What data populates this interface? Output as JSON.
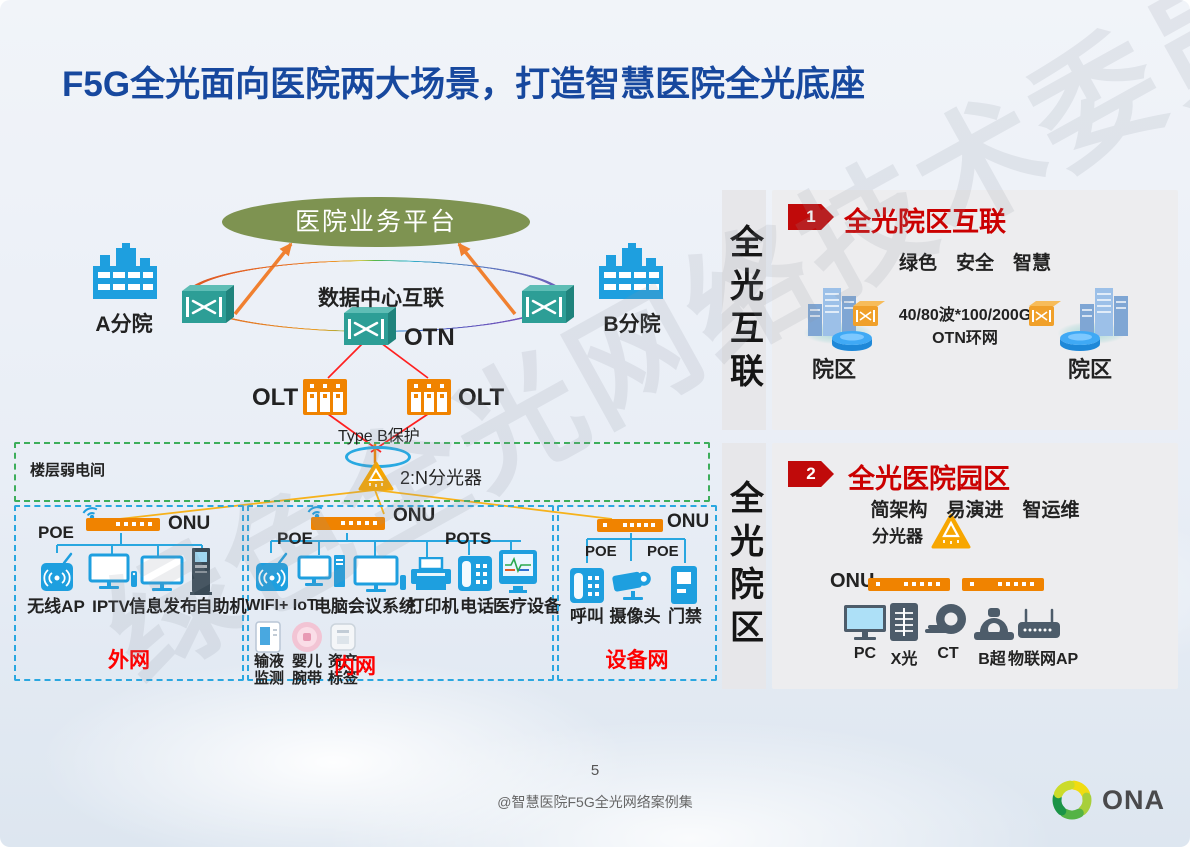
{
  "slide": {
    "title": "F5G全光面向医院两大场景，打造智慧医院全光底座",
    "watermark": "绿色全光网络技术委员会",
    "page_number": "5",
    "footer_caption": "@智慧医院F5G全光网络案例集",
    "logo_text": "ONA"
  },
  "colors": {
    "title_blue": "#17489E",
    "device_blue": "#1E9FDF",
    "orange": "#F08300",
    "teal_node": "#2D9E96",
    "platform_olive": "#7E9351",
    "accent_red": "#C00A0A",
    "net_label_red": "#FE0000",
    "line_red": "#FF2020",
    "line_yellow": "#F6B21B",
    "green_dash_border": "#3DAE5B",
    "blue_dash_border": "#2AA7E0",
    "panel_gray": "#EDEDEF",
    "gray_icon": "#4D5C6A"
  },
  "diagram": {
    "platform_label": "医院业务平台",
    "branch_a_label": "A分院",
    "branch_b_label": "B分院",
    "dci_label": "数据中心互联",
    "otn_label": "OTN",
    "olt_left_label": "OLT",
    "olt_right_label": "OLT",
    "type_b_label": "Type B保护",
    "splitter_label": "2:N分光器",
    "floor_room_label": "楼层弱电间",
    "networks": [
      {
        "name": "外网",
        "onu_label": "ONU",
        "poe_label": "POE",
        "devices": [
          "无线AP",
          "IPTV",
          "信息发布",
          "自助机"
        ]
      },
      {
        "name": "内网",
        "onu_label": "ONU",
        "poe_label": "POE",
        "pots_label": "POTS",
        "devices": [
          "WIFI+ IoT",
          "电脑",
          "会议系统",
          "打印机",
          "电话",
          "医疗设备"
        ],
        "iot_devices": [
          "输液监测",
          "婴儿腕带",
          "资产标签"
        ]
      },
      {
        "name": "设备网",
        "onu_label": "ONU",
        "poe_label_1": "POE",
        "poe_label_2": "POE",
        "devices": [
          "呼叫",
          "摄像头",
          "门禁"
        ]
      }
    ]
  },
  "panel_interconnect": {
    "side_label": "全光互联",
    "badge": "1",
    "title": "全光院区互联",
    "keywords": "绿色　安全　智慧",
    "ring_text_1": "40/80波*100/200G",
    "ring_text_2": "OTN环网",
    "campus_left_label": "院区",
    "campus_right_label": "院区"
  },
  "panel_campus": {
    "side_label": "全光院区",
    "badge": "2",
    "title": "全光医院园区",
    "keywords": "简架构　易演进　智运维",
    "splitter_label": "分光器",
    "onu_label": "ONU",
    "devices": [
      "PC",
      "X光",
      "CT",
      "B超",
      "物联网AP"
    ]
  }
}
